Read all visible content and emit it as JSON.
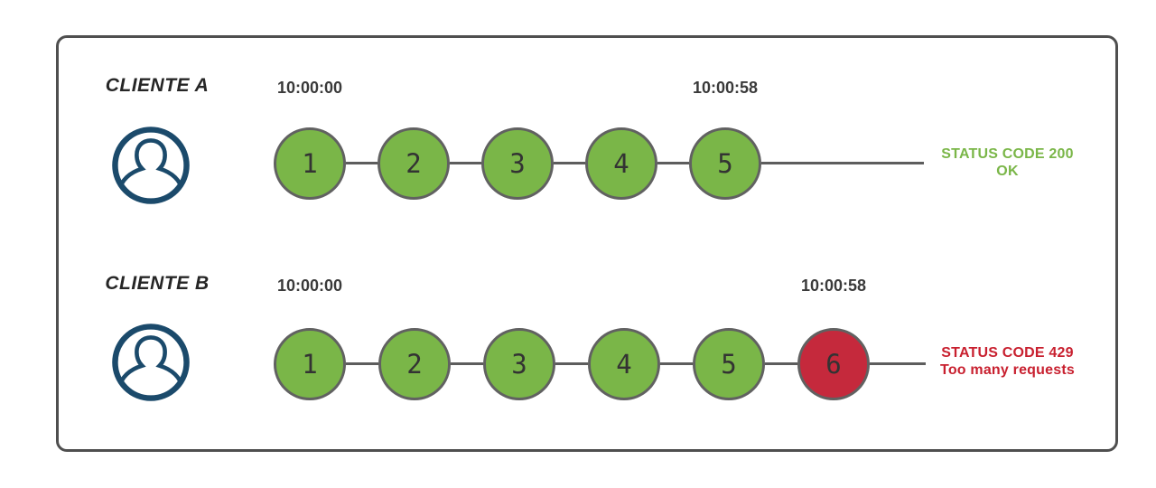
{
  "colors": {
    "green": "#7ab648",
    "red": "#c5293c",
    "circle_border": "#616161",
    "connector": "#5d5d5d",
    "number": "#333333",
    "timestamp": "#3a3a3a",
    "label": "#262626",
    "status_green": "#7ab648",
    "status_red": "#c8202f",
    "avatar_navy": "#1b4a6b",
    "frame_border": "#4f4f4f"
  },
  "rows": [
    {
      "client_label": "CLIENTE A",
      "avatar_icon": "user-avatar-icon",
      "start_time": "10:00:00",
      "end_time": "10:00:58",
      "requests": [
        {
          "label": "1",
          "color": "green"
        },
        {
          "label": "2",
          "color": "green"
        },
        {
          "label": "3",
          "color": "green"
        },
        {
          "label": "4",
          "color": "green"
        },
        {
          "label": "5",
          "color": "green"
        }
      ],
      "status": {
        "line1": "STATUS CODE 200",
        "line2": "OK",
        "color": "status_green"
      }
    },
    {
      "client_label": "CLIENTE B",
      "avatar_icon": "user-avatar-icon",
      "start_time": "10:00:00",
      "end_time": "10:00:58",
      "requests": [
        {
          "label": "1",
          "color": "green"
        },
        {
          "label": "2",
          "color": "green"
        },
        {
          "label": "3",
          "color": "green"
        },
        {
          "label": "4",
          "color": "green"
        },
        {
          "label": "5",
          "color": "green"
        },
        {
          "label": "6",
          "color": "red"
        }
      ],
      "status": {
        "line1": "STATUS CODE 429",
        "line2": "Too many requests",
        "color": "status_red"
      }
    }
  ]
}
